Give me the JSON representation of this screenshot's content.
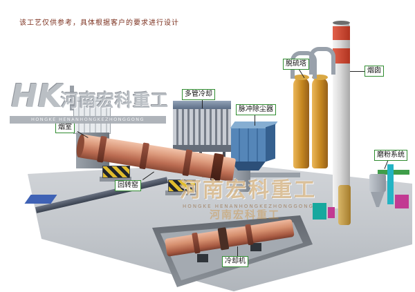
{
  "page": {
    "disclaimer": "该工艺仅供参考，具体根据客户的要求进行设计"
  },
  "brand": {
    "logo": "HK",
    "name_cn": "河南宏科重工",
    "name_en": "HONGKE HENANHONGKEZHONGGONG"
  },
  "watermark": {
    "center_cn": "河南宏科重工",
    "center_en": "HONGKE HENANHONGKEZHONGGONG",
    "echo_cn": "河南宏科重工"
  },
  "labels": {
    "smoke_chamber": "烟室",
    "rotary_kiln": "回转窑",
    "multi_tube_cooler": "多管冷却",
    "pulse_dust_collector": "脉冲除尘器",
    "desulfurization_tower": "脱硫塔",
    "chimney": "烟囱",
    "grinding_system": "磨粉系统",
    "cooling_machine": "冷却机"
  },
  "colors": {
    "kiln_shell": "#d08a6a",
    "chimney_band_red": "#c0392b",
    "desulfurization_tower": "#c4861f",
    "dust_collector_blue": "#4e7fb0",
    "label_border_green": "#2e8b2e",
    "disclaimer_red": "#7b2f1d"
  }
}
